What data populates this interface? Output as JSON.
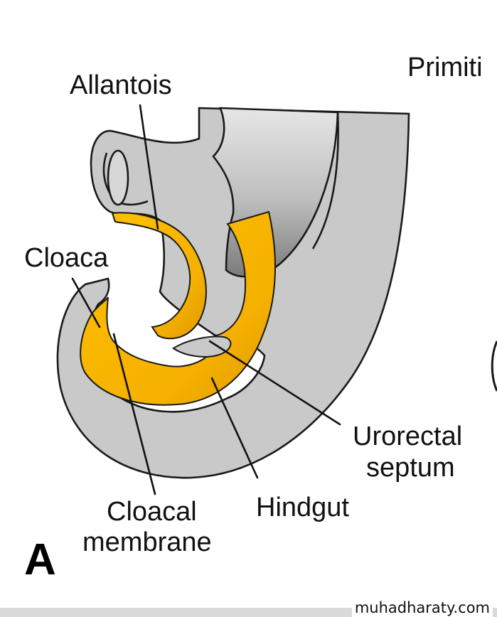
{
  "labels": {
    "primitive": "Primiti",
    "allantois": "Allantois",
    "cloaca": "Cloaca",
    "urorectal_line1": "Urorectal",
    "urorectal_line2": "septum",
    "cloacal_line1": "Cloacal",
    "cloacal_line2": "membrane",
    "hindgut": "Hindgut",
    "panel_letter": "A"
  },
  "watermark": "muhadharaty.com",
  "colors": {
    "tissue": "#c9c9c9",
    "endoderm": "#f5b400",
    "outline": "#1a1a1a",
    "cavity_dark": "#7d7d7d",
    "cavity_light": "#e4e4e4"
  }
}
